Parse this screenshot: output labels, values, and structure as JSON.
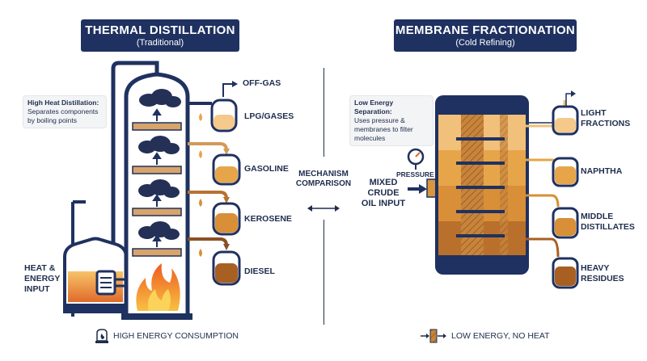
{
  "left_panel": {
    "title": "THERMAL DISTILLATION",
    "subtitle": "(Traditional)",
    "callout_title": "High Heat Distillation:",
    "callout_body": "Separates components by boiling points",
    "heat_label": "HEAT & ENERGY INPUT",
    "outputs": [
      "OFF-GAS",
      "LPG/GASES",
      "GASOLINE",
      "KEROSENE",
      "DIESEL"
    ],
    "footer": "HIGH ENERGY CONSUMPTION",
    "footer_icon": "furnace-flame-icon"
  },
  "center": {
    "label": "MECHANISM COMPARISON",
    "icon": "bidirectional-arrow-icon"
  },
  "right_panel": {
    "title": "MEMBRANE FRACTIONATION",
    "subtitle": "(Cold Refining)",
    "callout_title": "Low Energy Separation:",
    "callout_body": "Uses pressure & membranes to filter molecules",
    "pressure_label": "PRESSURE",
    "input_label": "MIXED CRUDE OIL INPUT",
    "outputs": [
      "LIGHT FRACTIONS",
      "NAPHTHA",
      "MIDDLE DISTILLATES",
      "HEAVY RESIDUES"
    ],
    "footer": "LOW ENERGY, NO HEAT",
    "footer_icon": "membrane-filter-icon"
  },
  "colors": {
    "navy": "#1f3160",
    "light_fraction": "#f4c98a",
    "naphtha": "#e7a54a",
    "middle": "#d88f37",
    "heavy": "#a85f22",
    "flame": "#f06a23"
  }
}
